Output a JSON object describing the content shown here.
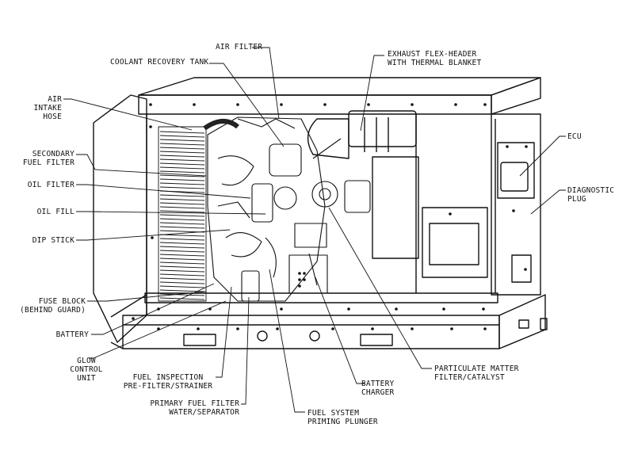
{
  "labels": {
    "air_filter": [
      "AIR FILTER"
    ],
    "coolant_recovery_tank": [
      "COOLANT RECOVERY TANK"
    ],
    "exhaust_flex_header": [
      "EXHAUST FLEX-HEADER",
      "WITH THERMAL BLANKET"
    ],
    "air_intake_hose": [
      "AIR",
      "INTAKE",
      "HOSE"
    ],
    "secondary_fuel_filter": [
      "SECONDARY",
      "FUEL FILTER"
    ],
    "oil_filter": [
      "OIL FILTER"
    ],
    "oil_fill": [
      "OIL FILL"
    ],
    "dip_stick": [
      "DIP STICK"
    ],
    "fuse_block": [
      "FUSE BLOCK",
      "(BEHIND GUARD)"
    ],
    "battery": [
      "BATTERY"
    ],
    "glow_control_unit": [
      "GLOW",
      "CONTROL",
      "UNIT"
    ],
    "fuel_inspection": [
      "FUEL INSPECTION",
      "PRE-FILTER/STRAINER"
    ],
    "primary_fuel_filter": [
      "PRIMARY FUEL FILTER",
      "WATER/SEPARATOR"
    ],
    "fuel_system_priming": [
      "FUEL SYSTEM",
      "PRIMING PLUNGER"
    ],
    "battery_charger": [
      "BATTERY",
      "CHARGER"
    ],
    "particulate_matter": [
      "PARTICULATE MATTER",
      "FILTER/CATALYST"
    ],
    "ecu": [
      "ECU"
    ],
    "diagnostic_plug": [
      "DIAGNOSTIC",
      "PLUG"
    ]
  }
}
